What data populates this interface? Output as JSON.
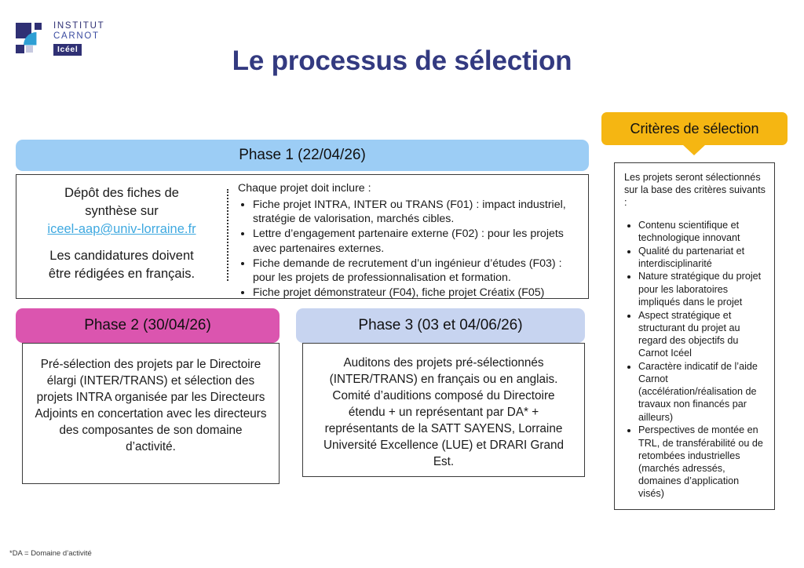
{
  "logo": {
    "line1": "INSTITUT",
    "line2": "CARNOT",
    "badge": "Icéel",
    "colors": {
      "dark_blue": "#2f3074",
      "mid_blue": "#3a4ba0",
      "cyan": "#2e9fd4"
    }
  },
  "title": "Le processus de sélection",
  "colors": {
    "phase1_header": "#9CCDF5",
    "phase2_header": "#DB55AF",
    "phase3_header": "#C7D4F0",
    "criteria_header": "#F5B612",
    "title_text": "#333a80",
    "link": "#3FA9E0"
  },
  "phase1": {
    "header": "Phase 1 (22/04/26)",
    "left": {
      "line1": "Dépôt des fiches de",
      "line2": "synthèse sur",
      "email": "iceel-aap@univ-lorraine.fr",
      "line3": "Les candidatures doivent",
      "line4": "être rédigées en français."
    },
    "right": {
      "intro": "Chaque projet doit inclure :",
      "items": [
        "Fiche projet INTRA, INTER ou TRANS (F01) : impact industriel, stratégie de valorisation, marchés cibles.",
        "Lettre d’engagement partenaire externe (F02) : pour les projets avec partenaires externes.",
        "Fiche demande de recrutement d’un ingénieur d’études (F03) : pour les projets de professionnalisation et formation.",
        "Fiche projet démonstrateur (F04), fiche projet Créatix (F05)"
      ]
    }
  },
  "phase2": {
    "header": "Phase 2 (30/04/26)",
    "body": "Pré-sélection des projets par le Directoire élargi (INTER/TRANS) et sélection des projets INTRA organisée par les Directeurs Adjoints en concertation avec les directeurs des composantes de son domaine d’activité."
  },
  "phase3": {
    "header": "Phase 3 (03 et 04/06/26)",
    "body_line1": "Auditons des projets pré-sélectionnés (INTER/TRANS) en français ou en anglais.",
    "body_line2": "Comité d’auditions composé du Directoire étendu + un représentant par DA* + représentants de la SATT SAYENS, Lorraine Université Excellence (LUE) et DRARI Grand Est."
  },
  "criteria": {
    "header": "Critères de sélection",
    "intro": "Les projets seront sélectionnés sur la base des critères suivants :",
    "items": [
      "Contenu scientifique et technologique innovant",
      "Qualité du partenariat et interdisciplinarité",
      "Nature stratégique du projet pour les laboratoires impliqués dans le projet",
      "Aspect stratégique et structurant du projet au regard des objectifs du Carnot Icéel",
      "Caractère indicatif de l’aide Carnot (accélération/réalisation de travaux non financés par ailleurs)",
      "Perspectives de montée en TRL, de transférabilité ou de retombées industrielles (marchés adressés, domaines d’application visés)"
    ]
  },
  "footnote": "*DA = Domaine d’activité"
}
